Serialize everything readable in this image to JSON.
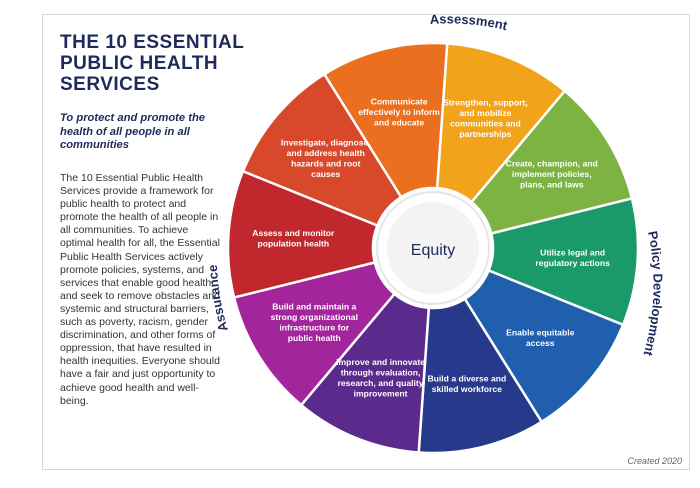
{
  "title": "THE 10 ESSENTIAL PUBLIC HEALTH SERVICES",
  "tagline": "To protect and promote the health of all people in all communities",
  "description": "The 10 Essential Public Health Services provide a framework for public health to protect and promote the health of all people in all communities. To achieve optimal health for all, the Essential Public Health Services actively promote policies, systems, and services that enable good health and seek to remove obstacles and systemic and structural barriers, such as poverty, racism, gender discrimination, and other forms of oppression, that have resulted in health inequities. Everyone should have a fair and just opportunity to achieve good health and well-being.",
  "created": "Created 2020",
  "center_label": "Equity",
  "groups": {
    "assessment": "Assessment",
    "policy": "Policy Development",
    "assurance": "Assurance"
  },
  "services": [
    {
      "label": "Assess and monitor population health",
      "color": "#c0282d"
    },
    {
      "label": "Investigate, diagnose, and address health hazards and root causes",
      "color": "#d8482a"
    },
    {
      "label": "Communicate effectively to inform and educate",
      "color": "#ea6f1e"
    },
    {
      "label": "Strengthen, support, and mobilize communities and partnerships",
      "color": "#f2a31c"
    },
    {
      "label": "Create, champion, and implement policies, plans, and laws",
      "color": "#7cb342"
    },
    {
      "label": "Utilize legal and regulatory actions",
      "color": "#1a9a6a"
    },
    {
      "label": "Enable equitable access",
      "color": "#1f5fae"
    },
    {
      "label": "Build a diverse and skilled workforce",
      "color": "#27398a"
    },
    {
      "label": "Improve and innovate through evaluation, research, and quality improvement",
      "color": "#5a2a8c"
    },
    {
      "label": "Build and maintain a strong organizational infrastructure for public health",
      "color": "#a3259c"
    }
  ]
}
